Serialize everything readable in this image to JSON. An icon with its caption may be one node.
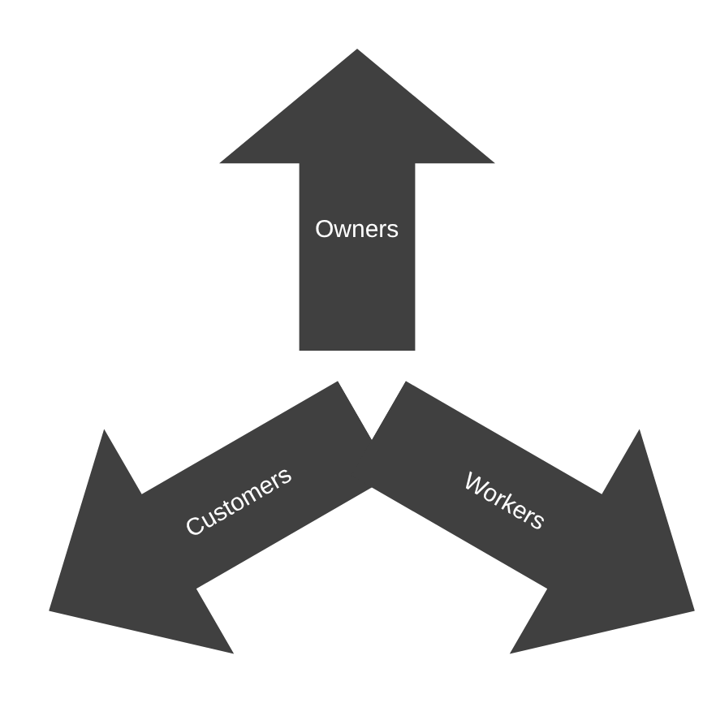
{
  "diagram": {
    "nodes": [
      {
        "text": [
          "Owners"
        ]
      },
      {
        "text": [
          "Customers"
        ]
      },
      {
        "text": [
          "Workers"
        ]
      }
    ]
  }
}
